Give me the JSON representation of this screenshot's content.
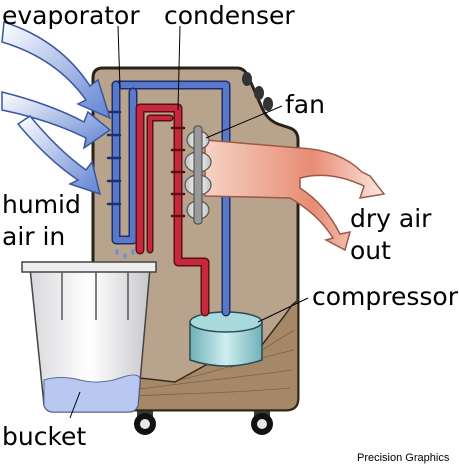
{
  "diagram": {
    "labels": {
      "evaporator": "evaporator",
      "condenser": "condenser",
      "fan": "fan",
      "humid_air_in_line1": "humid",
      "humid_air_in_line2": "air in",
      "dry_air_out_line1": "dry air",
      "dry_air_out_line2": "out",
      "compressor": "compressor",
      "bucket": "bucket"
    },
    "credit": "Precision Graphics"
  },
  "colors": {
    "cabinet": "#b8a48c",
    "cabinet_outline": "#2a2218",
    "evaporator_coil": "#5a78c8",
    "condenser_coil": "#c8283c",
    "humid_air_arrow": "#6f8fd6",
    "dry_air_arrow": "#e89a84",
    "compressor": "#8ec6cc",
    "bucket_water": "#b8c8f0",
    "wood_base": "#a58868"
  }
}
